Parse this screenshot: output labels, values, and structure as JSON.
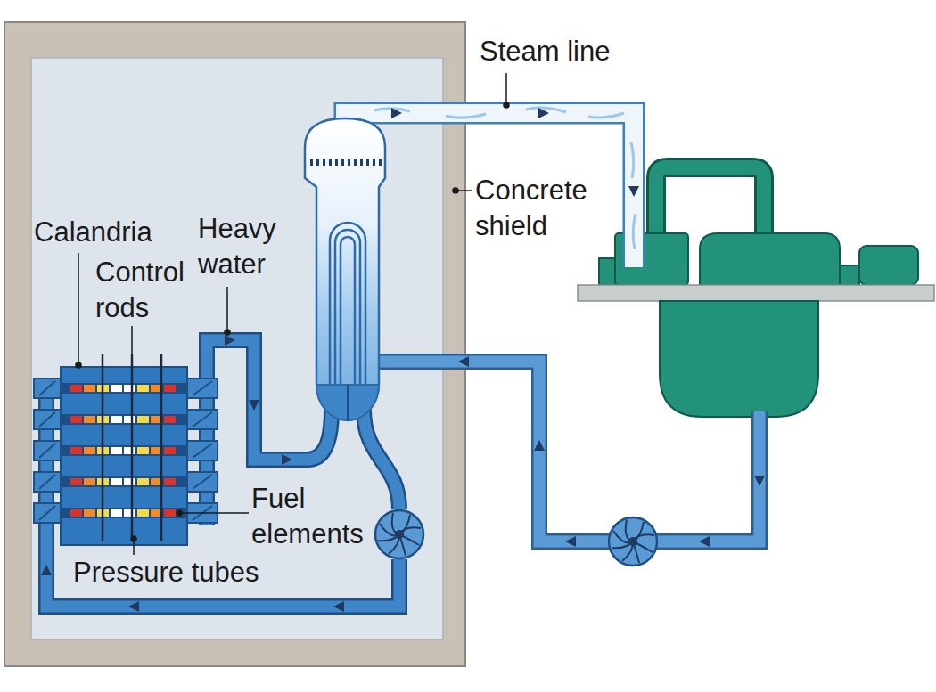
{
  "diagram": {
    "labels": [
      "Steam line",
      "Concrete shield",
      "Calandria",
      "Control rods",
      "Heavy water",
      "Fuel elements",
      "Pressure tubes"
    ]
  }
}
